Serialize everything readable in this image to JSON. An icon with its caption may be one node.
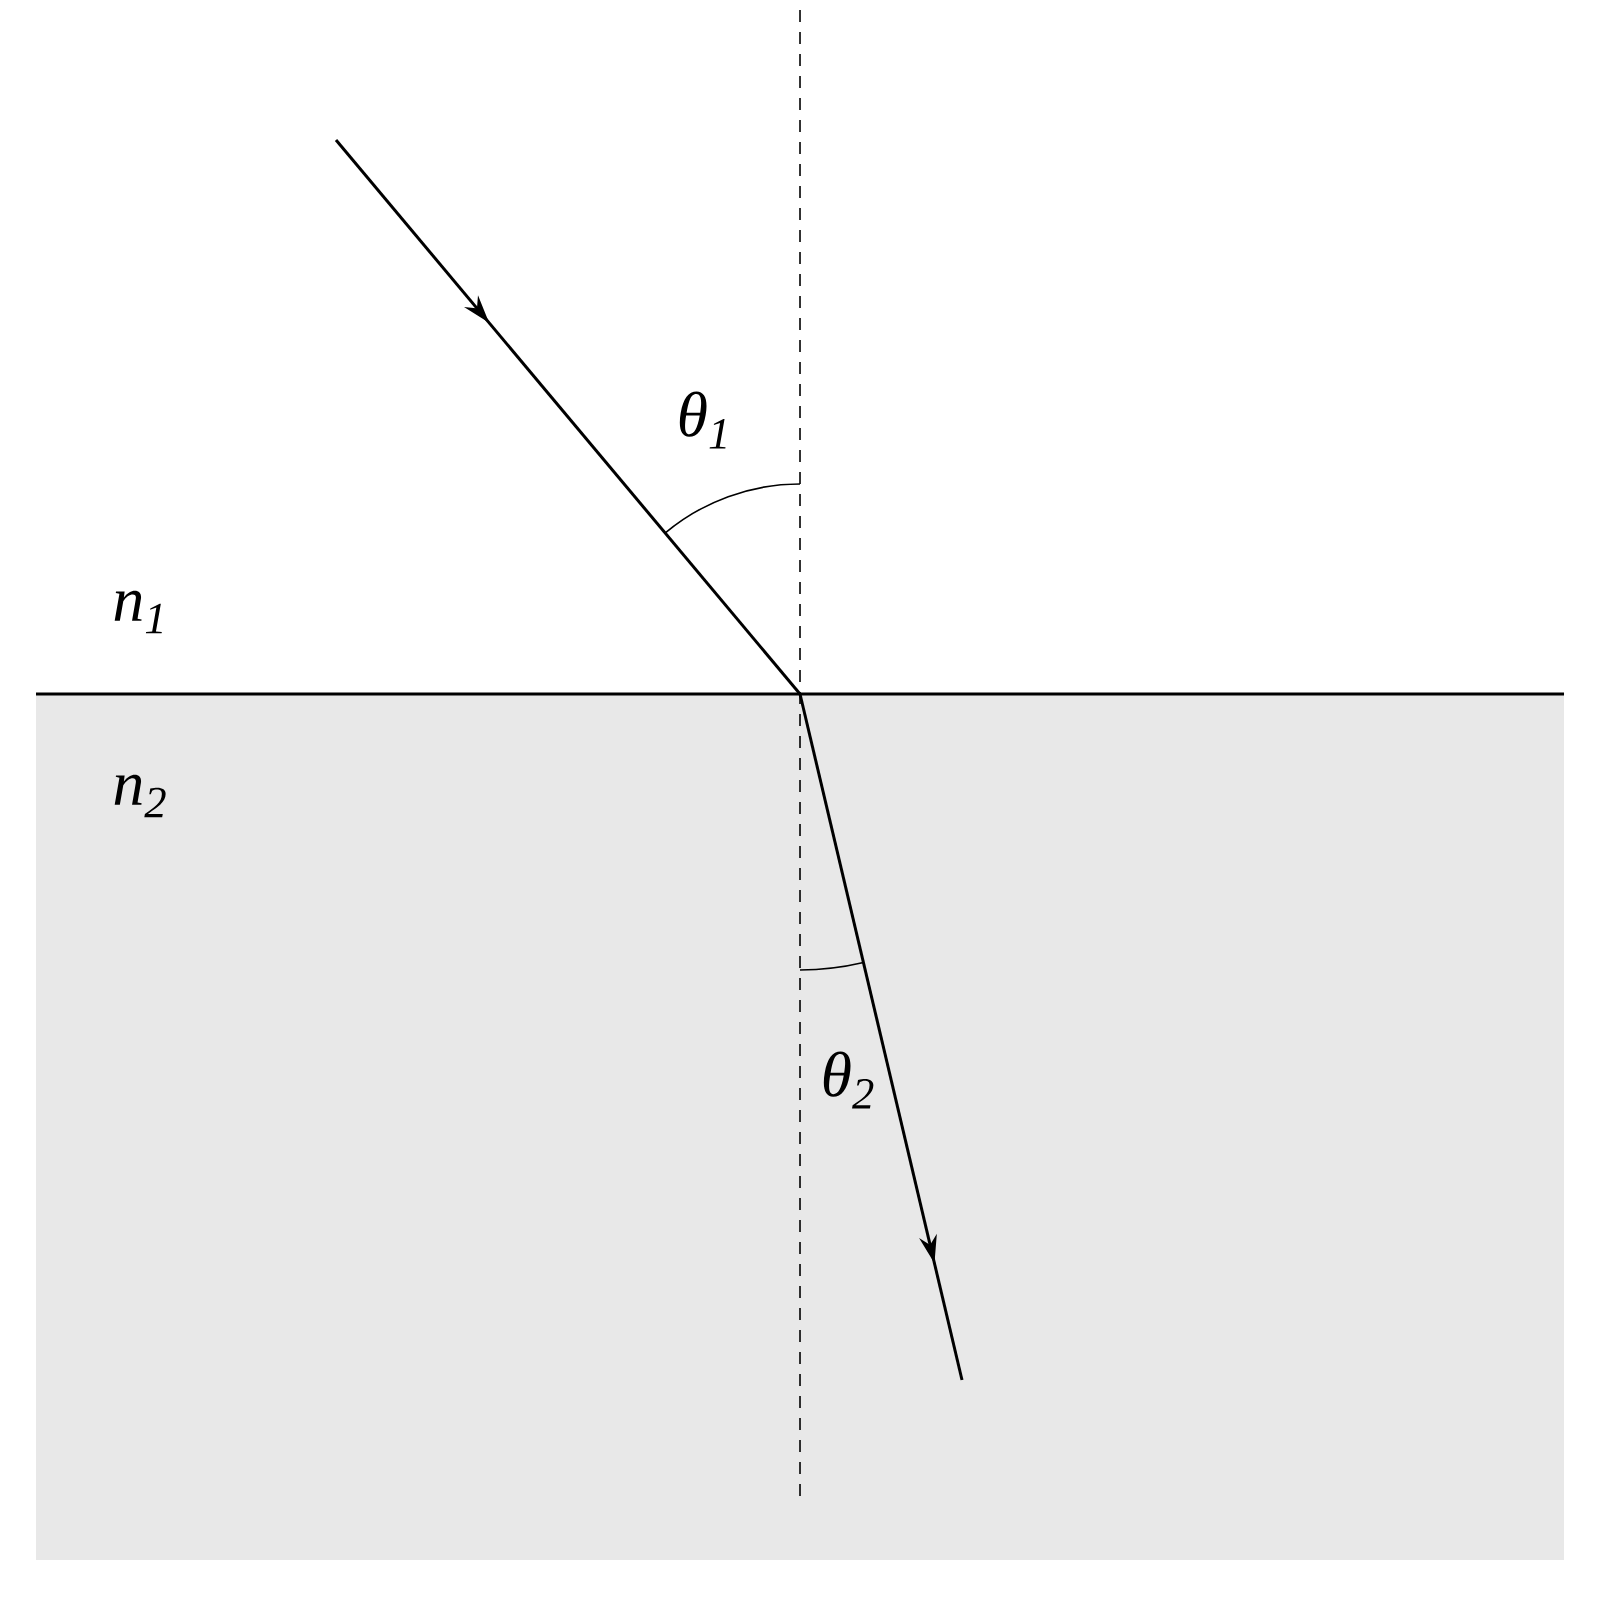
{
  "diagram": {
    "labels": [
      "n$_{1}$",
      "n$_{2}$",
      "θ$_{1}$",
      "θ$_{2}$"
    ]
  }
}
